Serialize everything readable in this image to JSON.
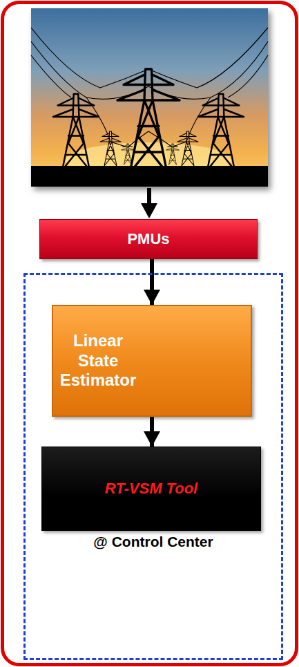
{
  "diagram": {
    "nodes": [
      {
        "text": [
          "PMUs"
        ]
      },
      {
        "text": [
          "@ Control Center"
        ]
      },
      {
        "text": [
          "Linear State Estimator"
        ],
        "in": 1
      },
      {
        "text": [
          "RT-VSM Tool"
        ],
        "in": 1
      }
    ],
    "edges": [
      {
        "from": 0,
        "to": 2,
        "arrow": "to"
      },
      {
        "from": 2,
        "to": 3,
        "arrow": "to"
      }
    ]
  }
}
